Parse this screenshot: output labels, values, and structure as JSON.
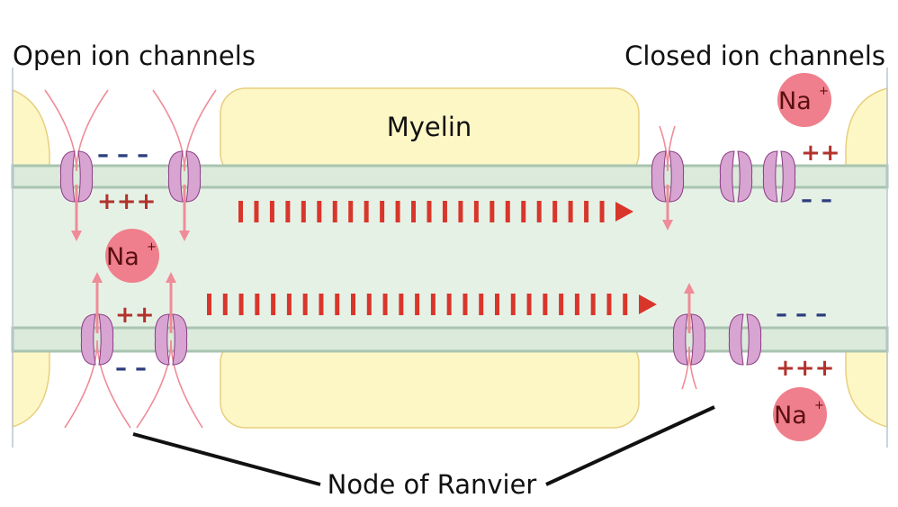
{
  "labels": {
    "open_channels": "Open ion channels",
    "closed_channels": "Closed ion channels",
    "myelin": "Myelin",
    "node": "Node of Ranvier"
  },
  "ion": {
    "symbol": "Na",
    "charge": "+"
  },
  "charges": {
    "plus3": "+++",
    "plus2": "++",
    "minus3": "– – –",
    "minus2": "– –"
  },
  "colors": {
    "myelin_fill": "#fdf7c6",
    "myelin_stroke": "#e8cf7e",
    "axon_fill": "#e6f1e6",
    "membrane": "#a9c4b0",
    "channel_fill": "#d8a4d2",
    "channel_stroke": "#8a3c84",
    "current_arrow": "#d9362b",
    "flow_arrow": "#ef8c98",
    "sodium": "#ef7f8c",
    "plus_color": "#b2322c",
    "minus_color": "#2b3e7d"
  }
}
